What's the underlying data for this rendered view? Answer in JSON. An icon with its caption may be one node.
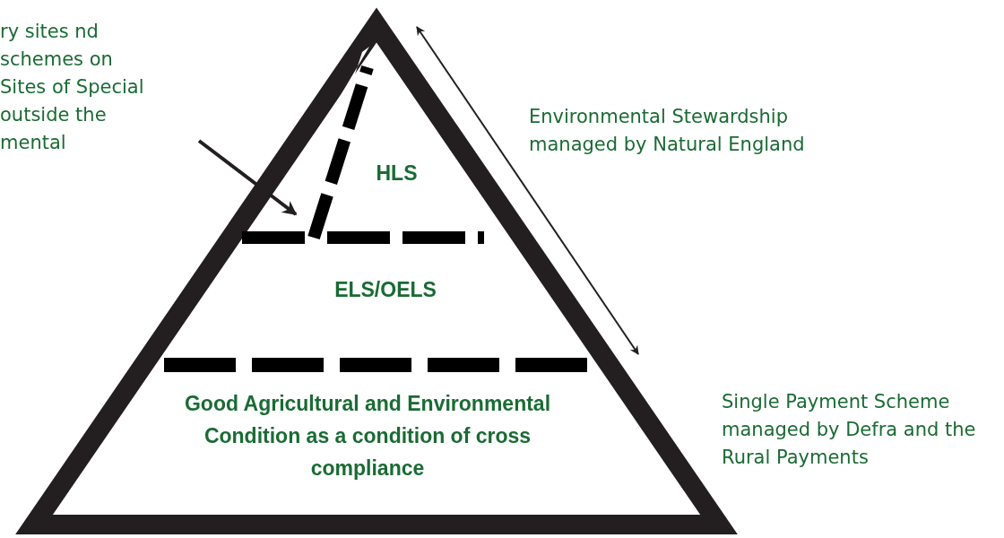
{
  "diagram": {
    "nodes": [
      {
        "text": [
          "HLS"
        ]
      },
      {
        "text": [
          "ELS/OELS"
        ]
      },
      {
        "text": [
          "Good Agricultural and Environmental Condition as a condition of cross compliance"
        ]
      },
      {
        "text": [
          "ry sites nd schemes on Sites of Special outside the mental"
        ]
      },
      {
        "text": [],
        "shape": "band"
      }
    ],
    "edges": [
      {
        "from": 3,
        "to": 4,
        "arrow": "to"
      }
    ],
    "labels": [
      "Environmental Stewardship managed by Natural England",
      "Single Payment Scheme managed by Defra and the Rural Payments"
    ]
  }
}
